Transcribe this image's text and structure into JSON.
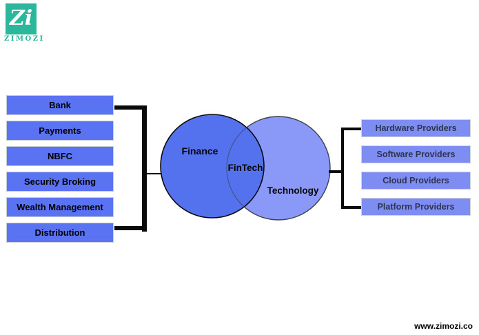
{
  "brand": {
    "monogram": "Zi",
    "name": "ZIMOZI"
  },
  "diagram": {
    "finance_group": {
      "items": [
        "Bank",
        "Payments",
        "NBFC",
        "Security Broking",
        "Wealth Management",
        "Distribution"
      ]
    },
    "venn": {
      "left_label": "Finance",
      "overlap_label": "FinTech",
      "right_label": "Technology"
    },
    "technology_group": {
      "items": [
        "Hardware Providers",
        "Software Providers",
        "Cloud Providers",
        "Platform Providers"
      ]
    }
  },
  "footer": {
    "website": "www.zimozi.co"
  },
  "colors": {
    "teal": "#2ab79c",
    "finance-box": "#5a73f2",
    "finance-circle": "#5471ee",
    "tech-circle": "#8a99f7",
    "tech-box": "#7d8df2",
    "tech-box-text": "#2e3450",
    "line-black": "#0a0a0a"
  }
}
